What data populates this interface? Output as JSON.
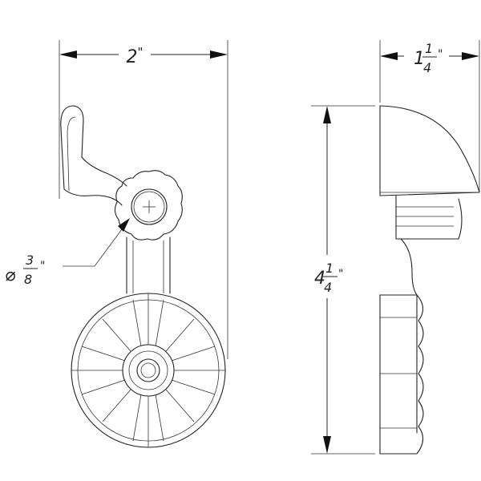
{
  "dimensions": {
    "width": {
      "whole": "2",
      "unit": "\""
    },
    "depth": {
      "whole": "1",
      "numerator": "1",
      "denominator": "4",
      "unit": "\""
    },
    "height": {
      "whole": "4",
      "numerator": "1",
      "denominator": "4",
      "unit": "\""
    },
    "hole_diameter": {
      "symbol": "⌀",
      "numerator": "3",
      "denominator": "8",
      "unit": "\""
    }
  },
  "colors": {
    "line": "#222222",
    "background": "#ffffff"
  }
}
